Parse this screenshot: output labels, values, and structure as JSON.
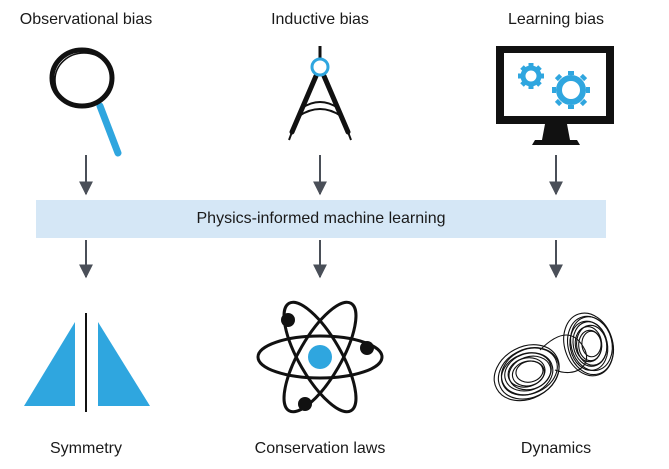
{
  "inputs": {
    "observational": "Observational bias",
    "inductive": "Inductive bias",
    "learning": "Learning bias"
  },
  "band": {
    "label": "Physics-informed machine learning"
  },
  "outputs": {
    "symmetry": "Symmetry",
    "conservation": "Conservation laws",
    "dynamics": "Dynamics"
  },
  "colors": {
    "accent": "#2fa6df",
    "band": "#d5e7f6",
    "arrow": "#4a4f58",
    "ink": "#111111"
  },
  "icons": {
    "observational": "magnifying-glass-icon",
    "inductive": "drafting-compass-icon",
    "learning": "monitor-gears-icon",
    "symmetry": "mirror-triangles-icon",
    "conservation": "atom-icon",
    "dynamics": "lorenz-attractor-icon"
  }
}
